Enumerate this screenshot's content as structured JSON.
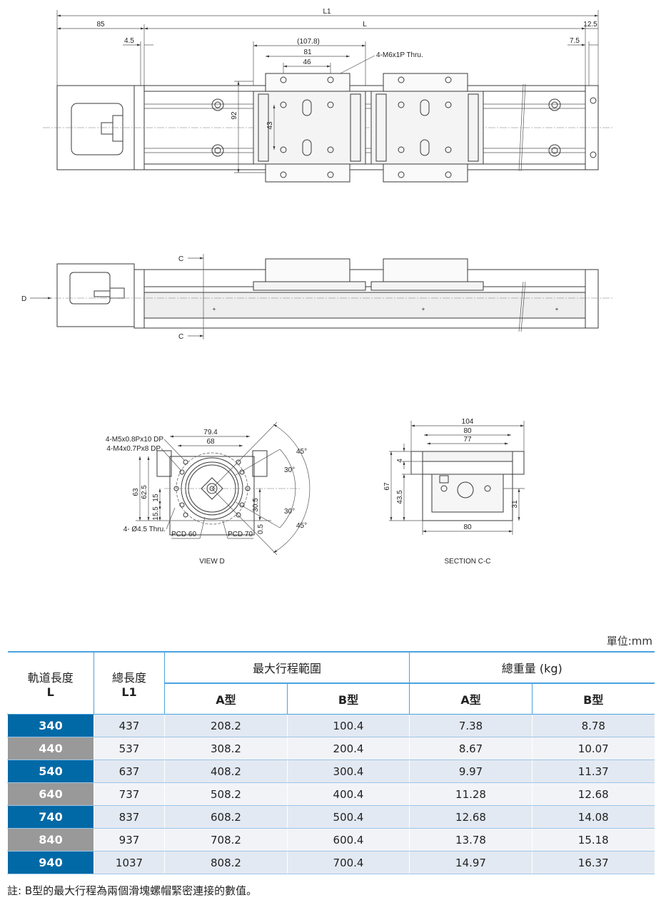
{
  "drawing": {
    "top_view": {
      "dim_L1": "L1",
      "dim_85": "85",
      "dim_L": "L",
      "dim_12_5": "12.5",
      "dim_4_5": "4.5",
      "dim_7_5": "7.5",
      "dim_107_8": "(107.8)",
      "dim_81": "81",
      "dim_46": "46",
      "dim_92": "92",
      "dim_43": "43",
      "callout_holes": "4-M6x1P Thru."
    },
    "side_view": {
      "section_mark_c": "C",
      "view_mark_d": "D"
    },
    "view_d": {
      "title": "VIEW D",
      "dim_79_4": "79.4",
      "dim_68": "68",
      "dim_63": "63",
      "dim_62_5": "62.5",
      "dim_15": "15",
      "dim_15_5": "15.5",
      "dim_30_5": "30.5",
      "dim_0_5": "0.5",
      "angle_45_top": "45°",
      "angle_30_top": "30°",
      "angle_30_bottom": "30°",
      "angle_45_bottom": "45°",
      "callout_m5": "4-M5x0.8Px10 DP",
      "callout_m4": "4-M4x0.7Px8 DP",
      "callout_thru": "4- Ø4.5 Thru.",
      "pcd_60": "PCD 60",
      "pcd_70": "PCD 70"
    },
    "section_cc": {
      "title": "SECTION C-C",
      "dim_104": "104",
      "dim_80_top": "80",
      "dim_77": "77",
      "dim_4": "4",
      "dim_67": "67",
      "dim_43_5": "43.5",
      "dim_31": "31",
      "dim_80_bottom": "80"
    }
  },
  "table": {
    "unit": "單位:mm",
    "headers": {
      "rail_length": "軌道長度",
      "rail_length_sym": "L",
      "total_length": "總長度",
      "total_length_sym": "L1",
      "max_stroke": "最大行程範圍",
      "total_weight": "總重量 (kg)",
      "type_a": "A型",
      "type_b": "B型"
    },
    "rows": [
      {
        "L": "340",
        "L1": "437",
        "stroke_a": "208.2",
        "stroke_b": "100.4",
        "weight_a": "7.38",
        "weight_b": "8.78"
      },
      {
        "L": "440",
        "L1": "537",
        "stroke_a": "308.2",
        "stroke_b": "200.4",
        "weight_a": "8.67",
        "weight_b": "10.07"
      },
      {
        "L": "540",
        "L1": "637",
        "stroke_a": "408.2",
        "stroke_b": "300.4",
        "weight_a": "9.97",
        "weight_b": "11.37"
      },
      {
        "L": "640",
        "L1": "737",
        "stroke_a": "508.2",
        "stroke_b": "400.4",
        "weight_a": "11.28",
        "weight_b": "12.68"
      },
      {
        "L": "740",
        "L1": "837",
        "stroke_a": "608.2",
        "stroke_b": "500.4",
        "weight_a": "12.68",
        "weight_b": "14.08"
      },
      {
        "L": "840",
        "L1": "937",
        "stroke_a": "708.2",
        "stroke_b": "600.4",
        "weight_a": "13.78",
        "weight_b": "15.18"
      },
      {
        "L": "940",
        "L1": "1037",
        "stroke_a": "808.2",
        "stroke_b": "700.4",
        "weight_a": "14.97",
        "weight_b": "16.37"
      }
    ],
    "note": "註: B型的最大行程為兩個滑塊螺帽緊密連接的數值。"
  },
  "colors": {
    "accent_blue": "#0069a6",
    "row_gray": "#999999",
    "border_blue": "#4aa3df"
  }
}
